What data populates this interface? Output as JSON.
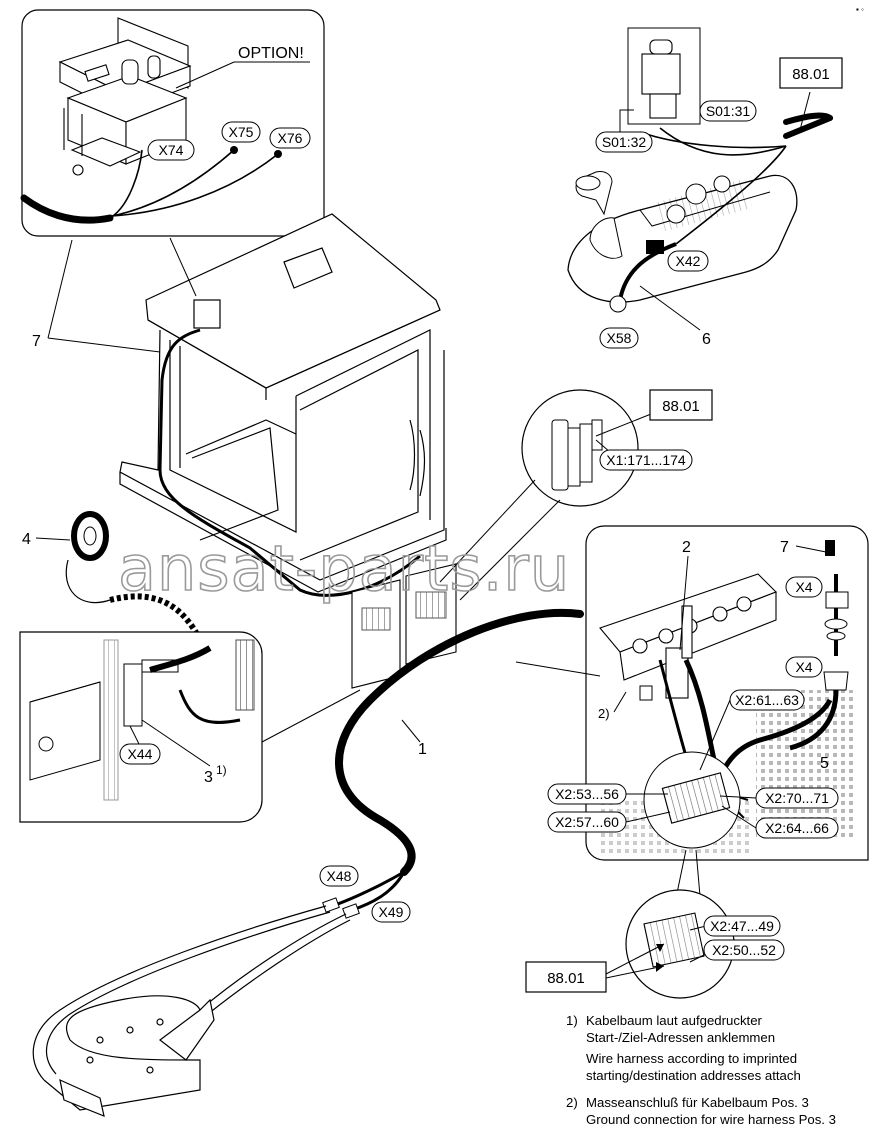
{
  "title": "OPTION!",
  "watermark": "ansat-parts.ru",
  "refs": {
    "top_right": "88.01",
    "middle": "88.01",
    "bottom": "88.01"
  },
  "connectors": {
    "x74": "X74",
    "x75": "X75",
    "x76": "X76",
    "s01_31": "S01:31",
    "s01_32": "S01:32",
    "x42": "X42",
    "x58": "X58",
    "x1": "X1:171...174",
    "x4_top": "X4",
    "x4_bottom": "X4",
    "x2_61": "X2:61...63",
    "x2_53": "X2:53...56",
    "x2_57": "X2:57...60",
    "x2_70": "X2:70...71",
    "x2_64": "X2:64...66",
    "x44": "X44",
    "x48": "X48",
    "x49": "X49",
    "x2_47": "X2:47...49",
    "x2_50": "X2:50...52"
  },
  "positions": {
    "p7_left": "7",
    "p6": "6",
    "p4": "4",
    "p2": "2",
    "p7_right": "7",
    "p1": "1",
    "p5": "5",
    "p3": "3",
    "p3_sup": "1)",
    "p2_note": "2)"
  },
  "notes": [
    {
      "num": "1)",
      "de": [
        "Kabelbaum laut aufgedruckter",
        "Start-/Ziel-Adressen anklemmen"
      ],
      "en": [
        "Wire harness according to imprinted",
        "starting/destination addresses attach"
      ]
    },
    {
      "num": "2)",
      "de": [
        "Masseanschluß für Kabelbaum Pos. 3"
      ],
      "en": [
        "Ground connection for wire harness Pos. 3"
      ]
    }
  ],
  "colors": {
    "line": "#000000",
    "watermark": "#9a9a9a",
    "panel": "#ffffff"
  }
}
